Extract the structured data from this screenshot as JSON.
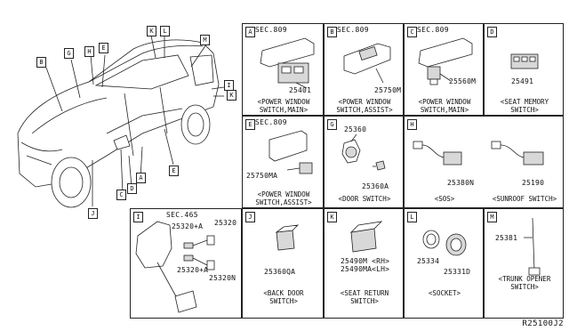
{
  "vehicle": {
    "tags": [
      "A",
      "B",
      "C",
      "D",
      "E",
      "G",
      "H",
      "I",
      "J",
      "K",
      "K",
      "L",
      "M"
    ]
  },
  "panels": {
    "A": {
      "tag": "A",
      "sec": "SEC.809",
      "parts": [
        "25401"
      ],
      "caption": [
        "<POWER WINDOW",
        "SWITCH,MAIN>"
      ]
    },
    "B": {
      "tag": "B",
      "sec": "SEC.809",
      "parts": [
        "25750M"
      ],
      "caption": [
        "<POWER WINDOW",
        "SWITCH,ASSIST>"
      ]
    },
    "C": {
      "tag": "C",
      "sec": "SEC.809",
      "parts": [
        "25560M"
      ],
      "caption": [
        "<POWER WINDOW",
        "SWITCH,MAIN>"
      ]
    },
    "D": {
      "tag": "D",
      "parts": [
        "25491"
      ],
      "caption": [
        "<SEAT MEMORY",
        "SWITCH>"
      ]
    },
    "E": {
      "tag": "E",
      "sec": "SEC.809",
      "parts": [
        "25750MA"
      ],
      "caption": [
        "<POWER WINDOW",
        "SWITCH,ASSIST>"
      ]
    },
    "G": {
      "tag": "G",
      "parts": [
        "25360",
        "25360A"
      ],
      "caption": [
        "<DOOR SWITCH>"
      ]
    },
    "H": {
      "tag": "H",
      "parts": [
        "25380N",
        "25190"
      ],
      "caption_left": [
        "<SOS>"
      ],
      "caption_right": [
        "<SUNROOF SWITCH>"
      ]
    },
    "I": {
      "tag": "I",
      "sec": "SEC.465",
      "parts": [
        "25320+A",
        "25320",
        "25320+A",
        "25320N"
      ]
    },
    "J": {
      "tag": "J",
      "parts": [
        "25360QA"
      ],
      "caption": [
        "<BACK DOOR",
        "SWITCH>"
      ]
    },
    "K": {
      "tag": "K",
      "parts": [
        "25490M <RH>",
        "25490MA<LH>"
      ],
      "caption": [
        "<SEAT RETURN",
        "SWITCH>"
      ]
    },
    "L": {
      "tag": "L",
      "parts": [
        "25334",
        "25331D"
      ],
      "caption": [
        "<SOCKET>"
      ]
    },
    "M": {
      "tag": "M",
      "parts": [
        "25381"
      ],
      "caption": [
        "<TRUNK OPENER",
        "SWITCH>"
      ]
    }
  },
  "reference": "R25100J2"
}
